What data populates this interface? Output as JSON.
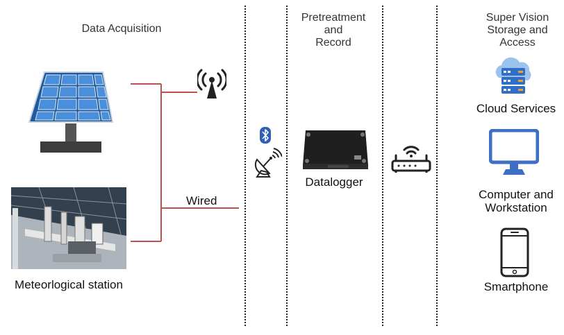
{
  "headers": {
    "data_acquisition": "Data Acquisition",
    "pretreatment_line1": "Pretreatment",
    "pretreatment_line2": "and",
    "pretreatment_line3": "Record",
    "supervision_line1": "Super Vision",
    "supervision_line2": "Storage and",
    "supervision_line3": "Access"
  },
  "labels": {
    "wired": "Wired",
    "meteorological_station": "Meteorlogical station",
    "datalogger": "Datalogger",
    "cloud_services": "Cloud Services",
    "computer_line1": "Computer and",
    "computer_line2": "Workstation",
    "smartphone": "Smartphone"
  },
  "colors": {
    "connector_red": "#c0504d",
    "icon_blue": "#3e6fc4",
    "icon_dark": "#222222",
    "solar_cell": "#3b7fd1",
    "divider": "#222222"
  },
  "icons": [
    "antenna-icon",
    "bluetooth-icon",
    "satellite-dish-icon",
    "wifi-router-icon",
    "cloud-server-icon",
    "monitor-icon",
    "smartphone-icon"
  ]
}
